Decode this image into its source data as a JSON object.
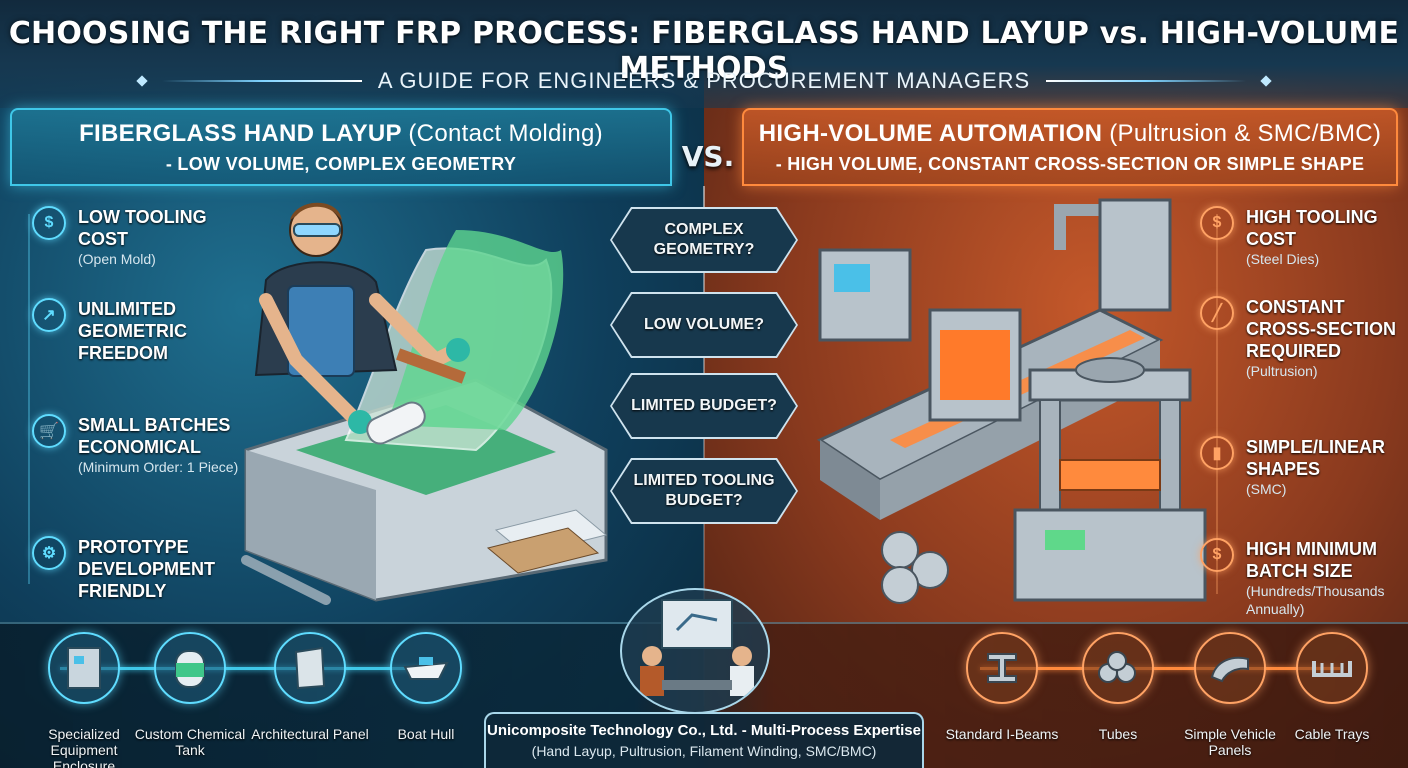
{
  "header": {
    "title": "CHOOSING THE RIGHT FRP PROCESS: FIBERGLASS HAND LAYUP vs. HIGH-VOLUME METHODS",
    "subtitle": "A GUIDE FOR ENGINEERS & PROCUREMENT MANAGERS"
  },
  "left": {
    "title_main": "FIBERGLASS HAND LAYUP",
    "title_paren": "(Contact Molding)",
    "title_sub": "- LOW VOLUME, COMPLEX GEOMETRY",
    "features": [
      {
        "title": "LOW TOOLING COST",
        "sub": "(Open Mold)",
        "icon": "dollar-gear-icon"
      },
      {
        "title": "UNLIMITED GEOMETRIC FREEDOM",
        "sub": "",
        "icon": "geometry-icon"
      },
      {
        "title": "SMALL BATCHES ECONOMICAL",
        "sub": "(Minimum Order: 1 Piece)",
        "icon": "cart-icon"
      },
      {
        "title": "PROTOTYPE DEVELOPMENT FRIENDLY",
        "sub": "",
        "icon": "prototype-icon"
      }
    ],
    "applications": [
      "Specialized Equipment Enclosure",
      "Custom Chemical Tank",
      "Architectural Panel",
      "Boat Hull"
    ]
  },
  "vs_label": "VS.",
  "questions": [
    "COMPLEX GEOMETRY?",
    "LOW VOLUME?",
    "LIMITED BUDGET?",
    "LIMITED TOOLING BUDGET?"
  ],
  "right": {
    "title_main": "HIGH-VOLUME AUTOMATION",
    "title_paren": "(Pultrusion & SMC/BMC)",
    "title_sub": "- HIGH VOLUME, CONSTANT CROSS-SECTION OR SIMPLE SHAPE",
    "features": [
      {
        "title": "HIGH TOOLING COST",
        "sub": "(Steel Dies)",
        "icon": "shield-dollar-icon"
      },
      {
        "title": "CONSTANT CROSS-SECTION REQUIRED",
        "sub": "(Pultrusion)",
        "icon": "profile-icon"
      },
      {
        "title": "SIMPLE/LINEAR SHAPES",
        "sub": "(SMC)",
        "icon": "car-panel-icon"
      },
      {
        "title": "HIGH MINIMUM BATCH SIZE",
        "sub": "(Hundreds/Thousands Annually)",
        "icon": "money-bag-icon"
      }
    ],
    "applications": [
      "Standard I-Beams",
      "Tubes",
      "Simple Vehicle Panels",
      "Cable Trays"
    ]
  },
  "company": {
    "name": "Unicomposite Technology Co., Ltd. - Multi-Process Expertise",
    "processes": "(Hand Layup, Pultrusion, Filament Winding, SMC/BMC)"
  },
  "colors": {
    "left_accent": "#3fc7e8",
    "right_accent": "#ff8a3d"
  }
}
